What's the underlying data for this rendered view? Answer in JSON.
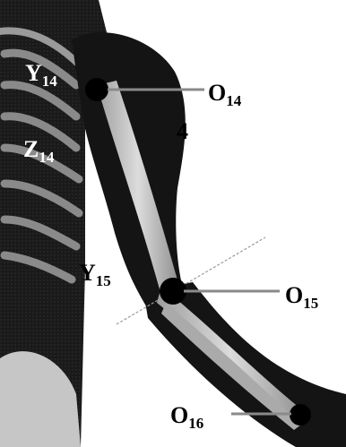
{
  "labels": {
    "Y14": {
      "main": "Y",
      "sub": "14"
    },
    "Z14": {
      "main": "Z",
      "sub": "14"
    },
    "Y15": {
      "main": "Y",
      "sub": "15"
    },
    "O14": {
      "main": "O",
      "sub": "14"
    },
    "O15": {
      "main": "O",
      "sub": "15"
    },
    "O16": {
      "main": "O",
      "sub": "16"
    },
    "fragment": "4"
  },
  "colors": {
    "background": "#ffffff",
    "skin": "#1a1a1a",
    "bone": "#c9c9c9",
    "rib": "#8a8a8a",
    "joint": "#000000",
    "axis_line": "#9a9a9a"
  }
}
